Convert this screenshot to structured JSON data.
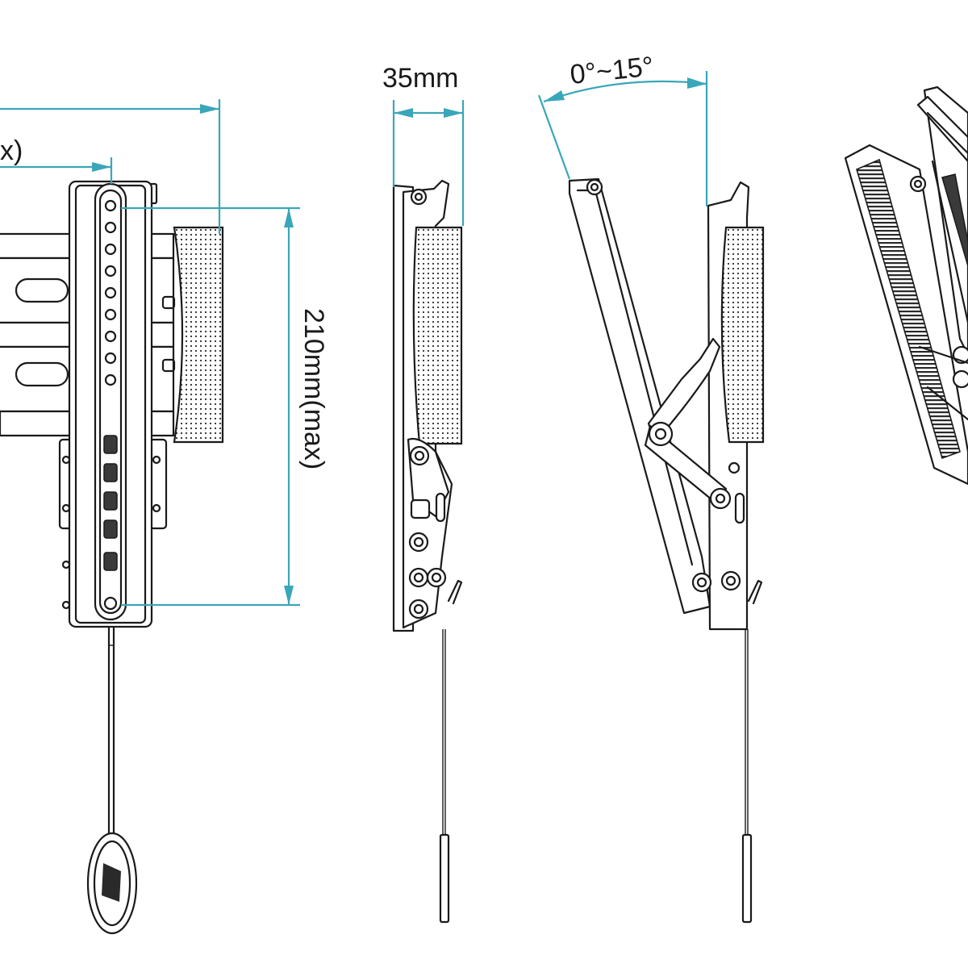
{
  "dimensions": {
    "width_partial": "x)",
    "depth": "35mm",
    "tilt": "0°~15°",
    "height": "210mm(max)"
  },
  "colors": {
    "dimension_lines": "#3aa6b9",
    "linework": "#1a1a1a"
  }
}
